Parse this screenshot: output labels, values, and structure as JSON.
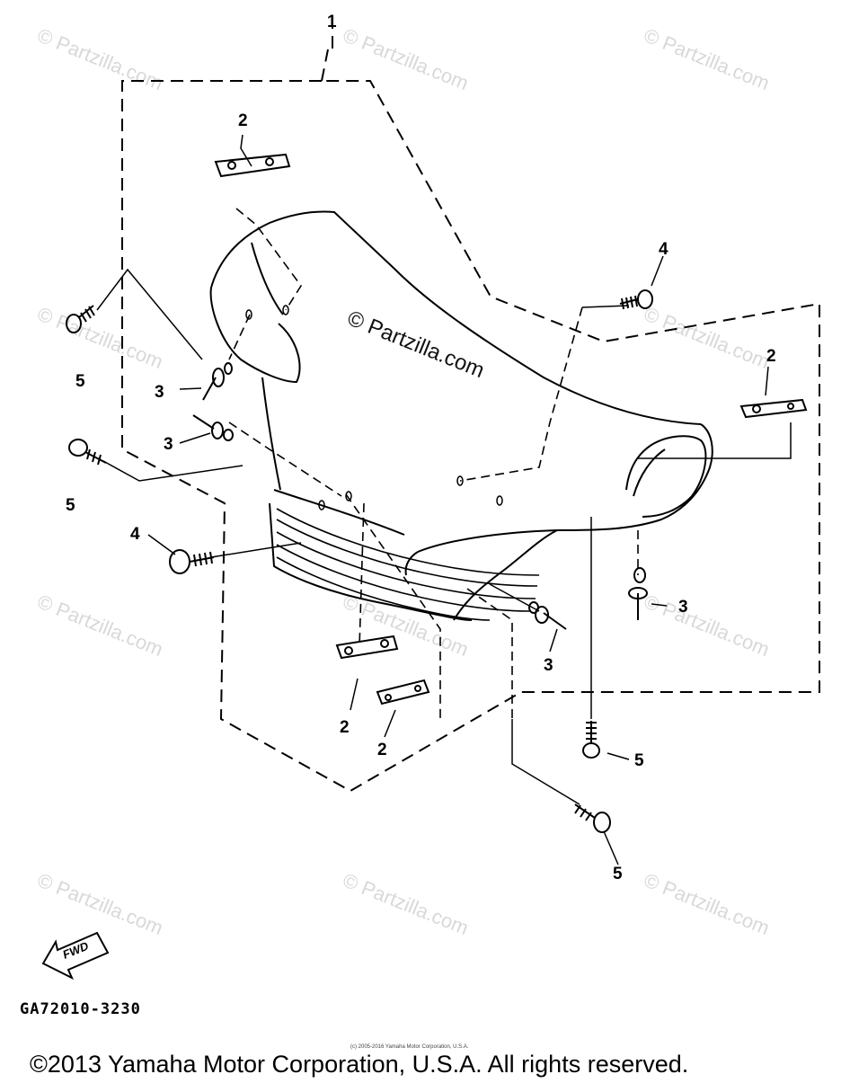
{
  "watermarks": {
    "text": "© Partzilla.com",
    "center_text": "© Partzilla.com"
  },
  "callouts": {
    "c1": "1",
    "c2a": "2",
    "c2b": "2",
    "c2c": "2",
    "c2d": "2",
    "c3a": "3",
    "c3b": "3",
    "c3c": "3",
    "c3d": "3",
    "c4a": "4",
    "c4b": "4",
    "c5a": "5",
    "c5b": "5",
    "c5c": "5",
    "c5d": "5"
  },
  "fwd_label": "FWD",
  "diagram_code": "GA72010-3230",
  "small_copyright": "(c) 2005-2016 Yamaha Motor Corporation, U.S.A.",
  "copyright": "©2013 Yamaha Motor Corporation, U.S.A. All rights reserved.",
  "colors": {
    "line": "#000000",
    "watermark": "#d8d8d8",
    "background": "#ffffff"
  }
}
